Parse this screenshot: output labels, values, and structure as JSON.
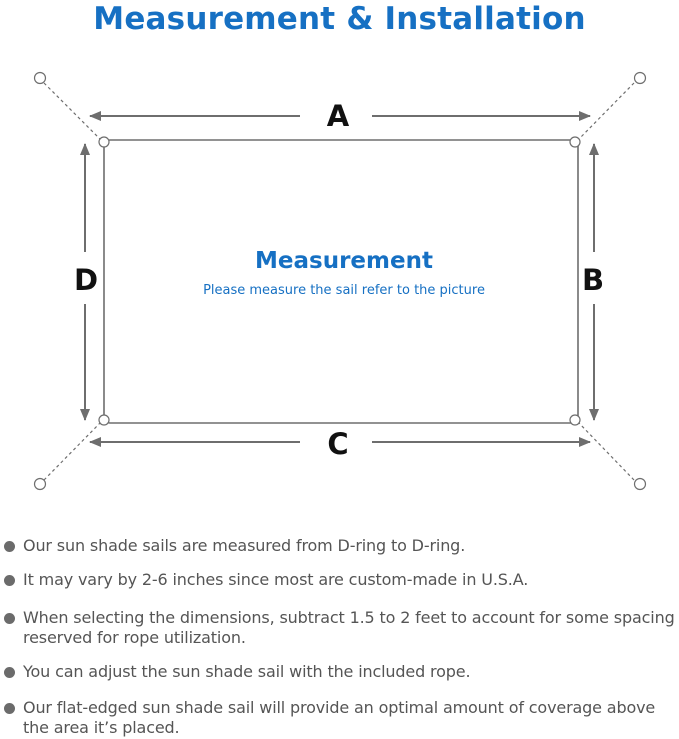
{
  "title": "Measurement & Installation",
  "diagram": {
    "heading": "Measurement",
    "subtitle": "Please measure the sail refer to the picture",
    "labels": {
      "top": "A",
      "right": "B",
      "bottom": "C",
      "left": "D"
    }
  },
  "bullets": [
    "Our sun shade sails are measured from D-ring to D-ring.",
    "It may vary by 2-6 inches since most are custom-made in U.S.A.",
    "When selecting the dimensions, subtract 1.5 to 2 feet to account for some spacing reserved for rope utilization.",
    "You can adjust the sun shade sail with the included rope.",
    "Our flat-edged sun shade sail will provide an optimal amount of coverage above the area it’s placed."
  ],
  "colors": {
    "accent": "#1670c3",
    "text": "#555555",
    "line": "#6e6e6e"
  }
}
